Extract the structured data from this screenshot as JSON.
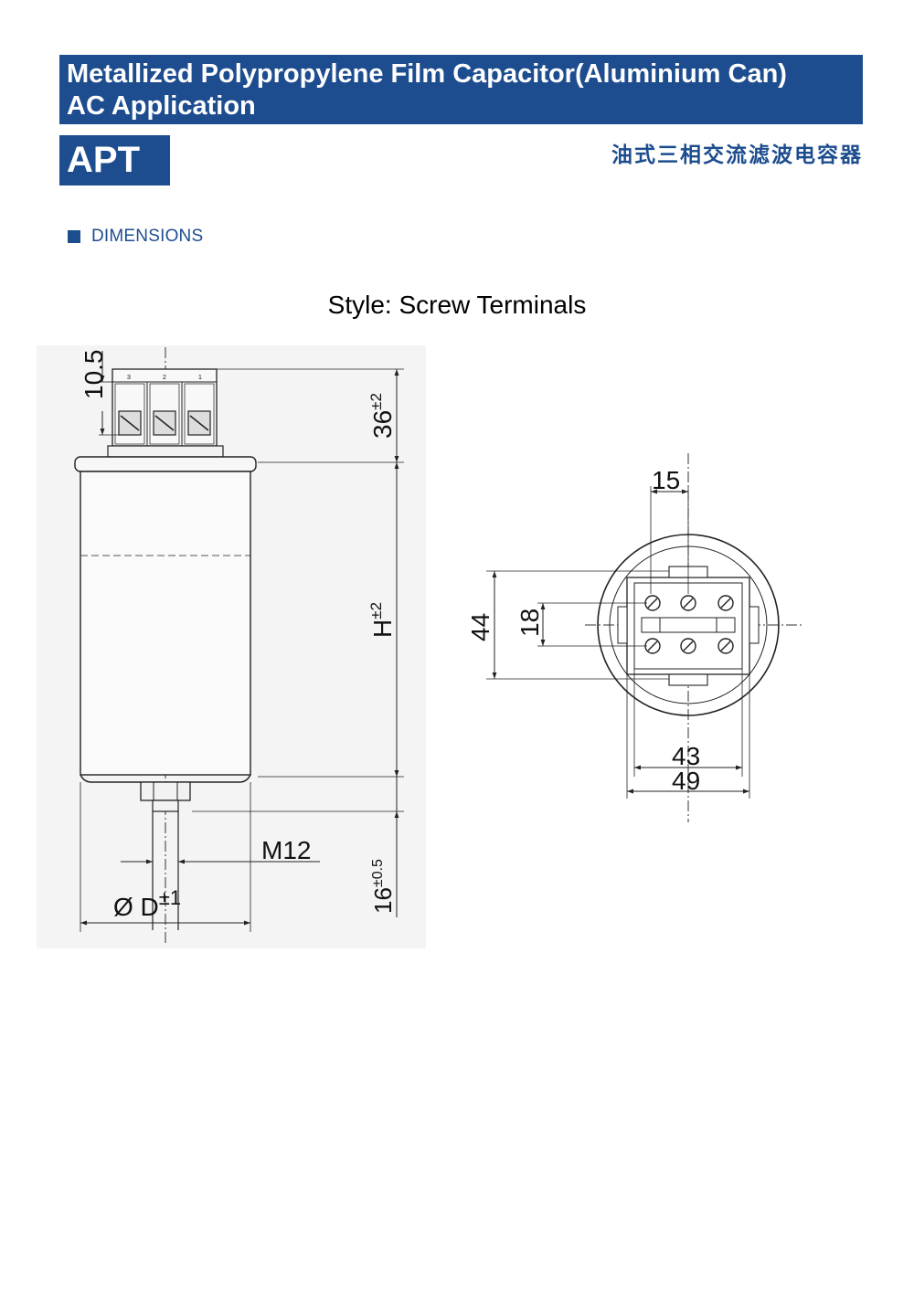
{
  "header": {
    "title_line1": "Metallized Polypropylene Film Capacitor(Aluminium Can)",
    "title_line2": "AC Application",
    "series_code": "APT",
    "chinese_title": "油式三相交流滤波电容器"
  },
  "section": {
    "label": "DIMENSIONS"
  },
  "drawing": {
    "style_label": "Style: Screw Terminals",
    "terminal_numbers": [
      "3",
      "2",
      "1"
    ],
    "side_view": {
      "dim_terminal_height": "10.5",
      "dim_top_36": "36",
      "dim_top_36_tol": "±2",
      "dim_h": "H",
      "dim_h_tol": "±2",
      "dim_stud_thread": "M12",
      "dim_stud_16": "16",
      "dim_stud_16_tol": "±0.5",
      "dim_diameter": "Ø D",
      "dim_diameter_tol": "±1"
    },
    "top_view": {
      "dim_15": "15",
      "dim_44": "44",
      "dim_18": "18",
      "dim_43": "43",
      "dim_49": "49"
    }
  },
  "colors": {
    "brand_blue": "#1d4d8f",
    "drawing_bg": "#f4f4f4"
  }
}
